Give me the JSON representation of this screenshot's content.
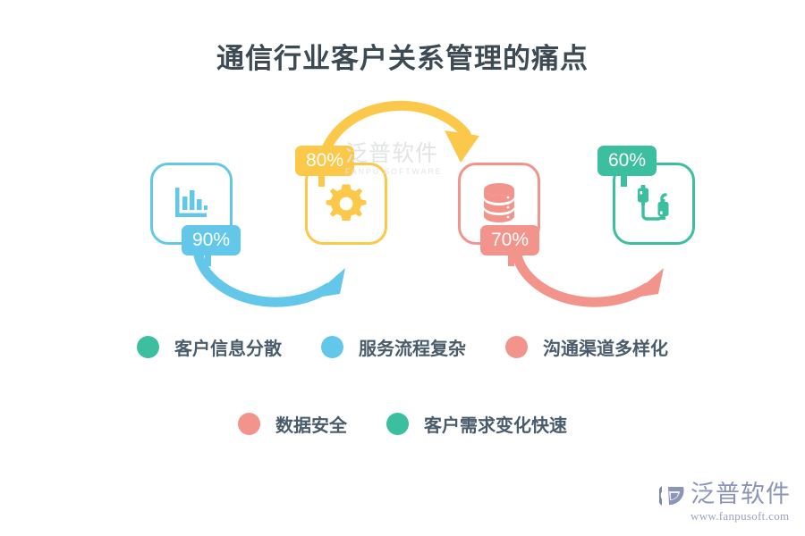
{
  "title": "通信行业客户关系管理的痛点",
  "colors": {
    "blue": "#63c7ea",
    "yellow": "#fcc849",
    "salmon": "#f2948c",
    "teal": "#3cbf9f",
    "text": "#4a5c6b",
    "title": "#3d4a54"
  },
  "cards": [
    {
      "icon": "bar-chart-icon",
      "percent": "90%",
      "color": "#63c7ea"
    },
    {
      "icon": "gear-icon",
      "percent": "80%",
      "color": "#fcc849"
    },
    {
      "icon": "database-icon",
      "percent": "70%",
      "color": "#f2948c"
    },
    {
      "icon": "usb-cable-icon",
      "percent": "60%",
      "color": "#3cbf9f"
    }
  ],
  "arrows": [
    {
      "name": "arrow-card1-to-card2",
      "color": "#63c7ea",
      "direction": "down-right"
    },
    {
      "name": "arrow-card2-to-card3",
      "color": "#fcc849",
      "direction": "up-right"
    },
    {
      "name": "arrow-card3-to-card4",
      "color": "#f2948c",
      "direction": "down-right"
    }
  ],
  "legend": {
    "row1": [
      {
        "label": "客户信息分散",
        "color": "#3cbf9f"
      },
      {
        "label": "服务流程复杂",
        "color": "#63c7ea"
      },
      {
        "label": "沟通渠道多样化",
        "color": "#f2948c"
      }
    ],
    "row2": [
      {
        "label": "数据安全",
        "color": "#f2948c"
      },
      {
        "label": "客户需求变化快速",
        "color": "#3cbf9f"
      }
    ]
  },
  "watermark": {
    "cn": "泛普软件",
    "en": "FANPU SOFTWARE"
  },
  "footer": {
    "brand": "泛普软件",
    "url": "www.fanpusoft.com"
  }
}
